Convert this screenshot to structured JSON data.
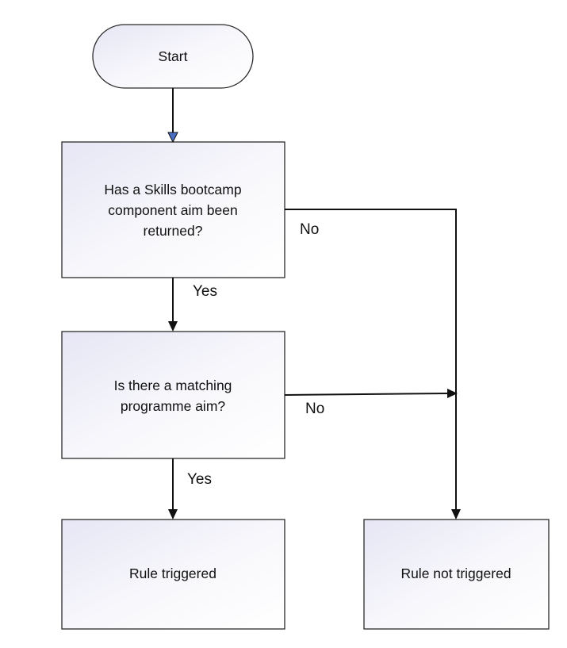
{
  "diagram": {
    "start": {
      "label": "Start"
    },
    "question_1": {
      "lines": [
        "Has a Skills bootcamp",
        "component aim been",
        "returned?"
      ]
    },
    "question_2": {
      "lines": [
        "Is there a matching",
        "programme aim?"
      ]
    },
    "result_triggered": {
      "label": "Rule triggered"
    },
    "result_not_triggered": {
      "label": "Rule not triggered"
    },
    "edges": {
      "q1_yes": "Yes",
      "q1_no": "No",
      "q2_yes": "Yes",
      "q2_no": "No"
    }
  },
  "colors": {
    "box_fill_start": "#e6e6f5",
    "box_fill_end": "#ffffff",
    "first_arrowhead": "#4a6fc4",
    "line": "#111111"
  }
}
